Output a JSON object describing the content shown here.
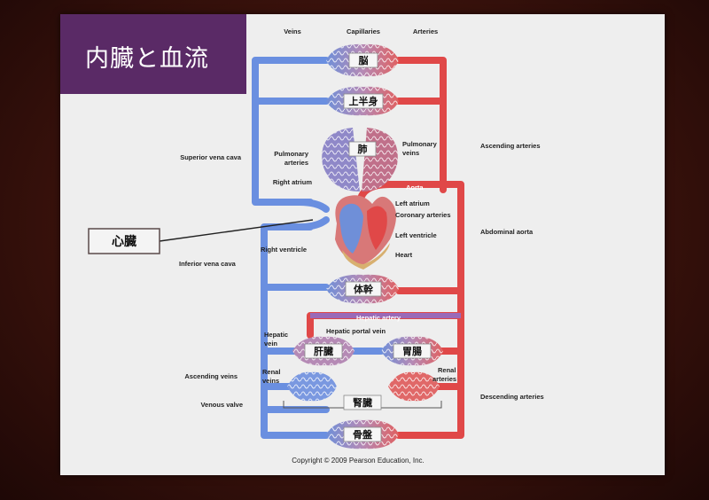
{
  "slide": {
    "title": "内臓と血流",
    "callout": "心臓",
    "copyright": "Copyright © 2009 Pearson Education, Inc."
  },
  "organs": {
    "brain": "脳",
    "upper_body": "上半身",
    "lungs": "肺",
    "trunk": "体幹",
    "liver": "肝臓",
    "stomach_intestine": "胃腸",
    "kidney": "腎臓",
    "pelvis": "骨盤"
  },
  "labels": {
    "veins": "Veins",
    "capillaries": "Capillaries",
    "arteries": "Arteries",
    "superior_vena_cava": "Superior vena cava",
    "pulmonary_arteries": "Pulmonary arteries",
    "pulmonary_veins": "Pulmonary veins",
    "ascending_arteries": "Ascending arteries",
    "right_atrium": "Right atrium",
    "aorta": "Aorta",
    "left_atrium": "Left atrium",
    "coronary_arteries": "Coronary arteries",
    "left_ventricle": "Left ventricle",
    "abdominal_aorta": "Abdominal aorta",
    "inferior_vena_cava": "Inferior vena cava",
    "right_ventricle": "Right ventricle",
    "heart": "Heart",
    "hepatic_artery": "Hepatic artery",
    "hepatic_vein": "Hepatic vein",
    "hepatic_portal_vein": "Hepatic portal vein",
    "ascending_veins": "Ascending veins",
    "renal_veins": "Renal veins",
    "renal_arteries": "Renal arteries",
    "venous_valve": "Venous valve",
    "descending_arteries": "Descending arteries"
  },
  "colors": {
    "vein_blue": "#6a8fe0",
    "artery_red": "#e04848",
    "title_purple": "#5a2a66",
    "capillary_purple": "#b58ab5"
  }
}
